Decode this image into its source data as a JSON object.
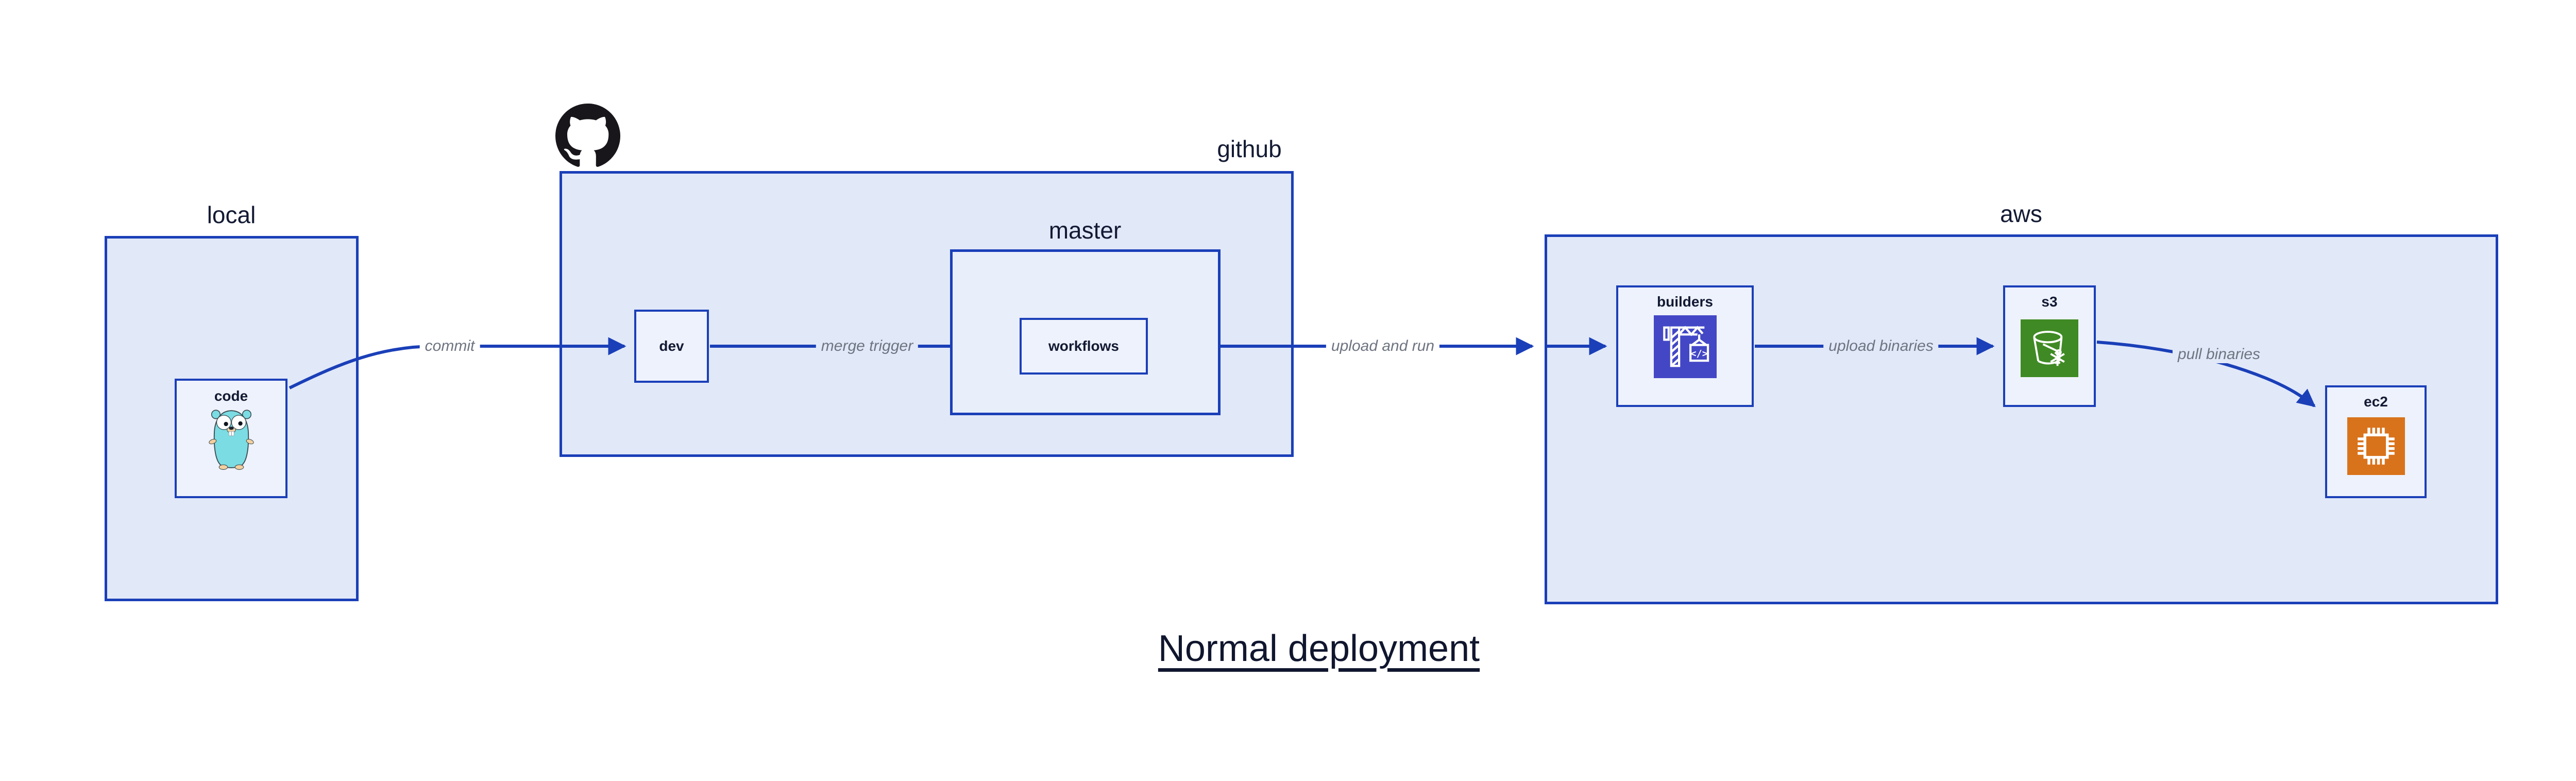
{
  "title": "Normal deployment",
  "containers": {
    "local": {
      "label": "local"
    },
    "github": {
      "label": "github"
    },
    "master": {
      "label": "master"
    },
    "aws": {
      "label": "aws"
    }
  },
  "nodes": {
    "code": {
      "label": "code",
      "icon": "go-gopher-icon"
    },
    "dev": {
      "label": "dev"
    },
    "workflows": {
      "label": "workflows"
    },
    "builders": {
      "label": "builders",
      "icon": "codebuild-crane-icon"
    },
    "s3": {
      "label": "s3",
      "icon": "s3-glacier-bucket-icon"
    },
    "ec2": {
      "label": "ec2",
      "icon": "ec2-chip-icon"
    }
  },
  "edges": {
    "commit": {
      "label": "commit"
    },
    "merge_trigger": {
      "label": "merge trigger"
    },
    "upload_and_run": {
      "label": "upload and run"
    },
    "upload_binaries": {
      "label": "upload binaries"
    },
    "pull_binaries": {
      "label": "pull binaries"
    }
  },
  "icons": {
    "github_logo": "github-octocat-logo-icon"
  },
  "colors": {
    "arrow_and_border_blue": "#1a3fb8",
    "container_fill": "#e1e8f8",
    "master_fill": "#e9eefb",
    "node_fill": "#eef2fc",
    "label_navy": "#131a33",
    "edge_label_gray": "#6e7480",
    "codebuild_indigo": "#4347c6",
    "s3_green": "#3f8a24",
    "ec2_orange": "#d9731b",
    "github_black": "#18161b",
    "gopher_teal": "#7bdce3"
  }
}
